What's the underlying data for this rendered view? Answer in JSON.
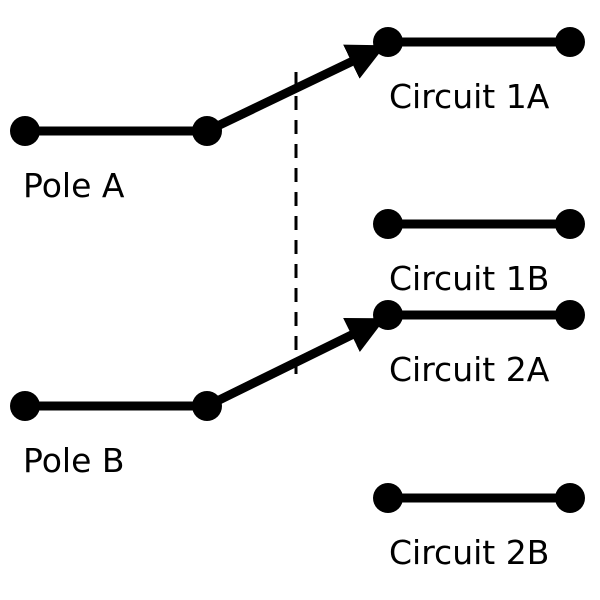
{
  "colors": {
    "ink": "#000000",
    "background": "#ffffff"
  },
  "poles": [
    {
      "label": "Pole A"
    },
    {
      "label": "Pole B"
    }
  ],
  "circuits": [
    {
      "label": "Circuit 1A"
    },
    {
      "label": "Circuit 1B"
    },
    {
      "label": "Circuit 2A"
    },
    {
      "label": "Circuit 2B"
    }
  ]
}
